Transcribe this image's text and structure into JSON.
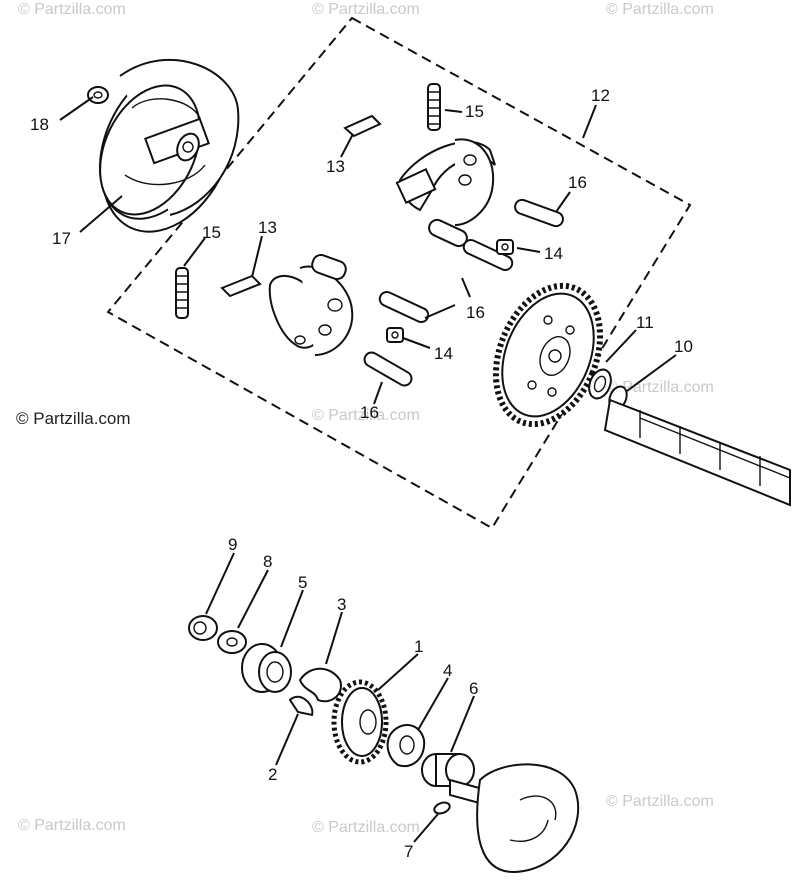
{
  "watermark": "© Partzilla.com",
  "callouts": [
    {
      "id": "18",
      "text": "18"
    },
    {
      "id": "17",
      "text": "17"
    },
    {
      "id": "15a",
      "text": "15"
    },
    {
      "id": "13a",
      "text": "13"
    },
    {
      "id": "12",
      "text": "12"
    },
    {
      "id": "16a",
      "text": "16"
    },
    {
      "id": "14a",
      "text": "14"
    },
    {
      "id": "15b",
      "text": "15"
    },
    {
      "id": "13b",
      "text": "13"
    },
    {
      "id": "16b",
      "text": "16"
    },
    {
      "id": "14b",
      "text": "14"
    },
    {
      "id": "16c",
      "text": "16"
    },
    {
      "id": "11",
      "text": "11"
    },
    {
      "id": "10",
      "text": "10"
    },
    {
      "id": "9",
      "text": "9"
    },
    {
      "id": "8",
      "text": "8"
    },
    {
      "id": "5",
      "text": "5"
    },
    {
      "id": "3",
      "text": "3"
    },
    {
      "id": "1",
      "text": "1"
    },
    {
      "id": "4",
      "text": "4"
    },
    {
      "id": "6",
      "text": "6"
    },
    {
      "id": "2",
      "text": "2"
    },
    {
      "id": "7",
      "text": "7"
    }
  ]
}
